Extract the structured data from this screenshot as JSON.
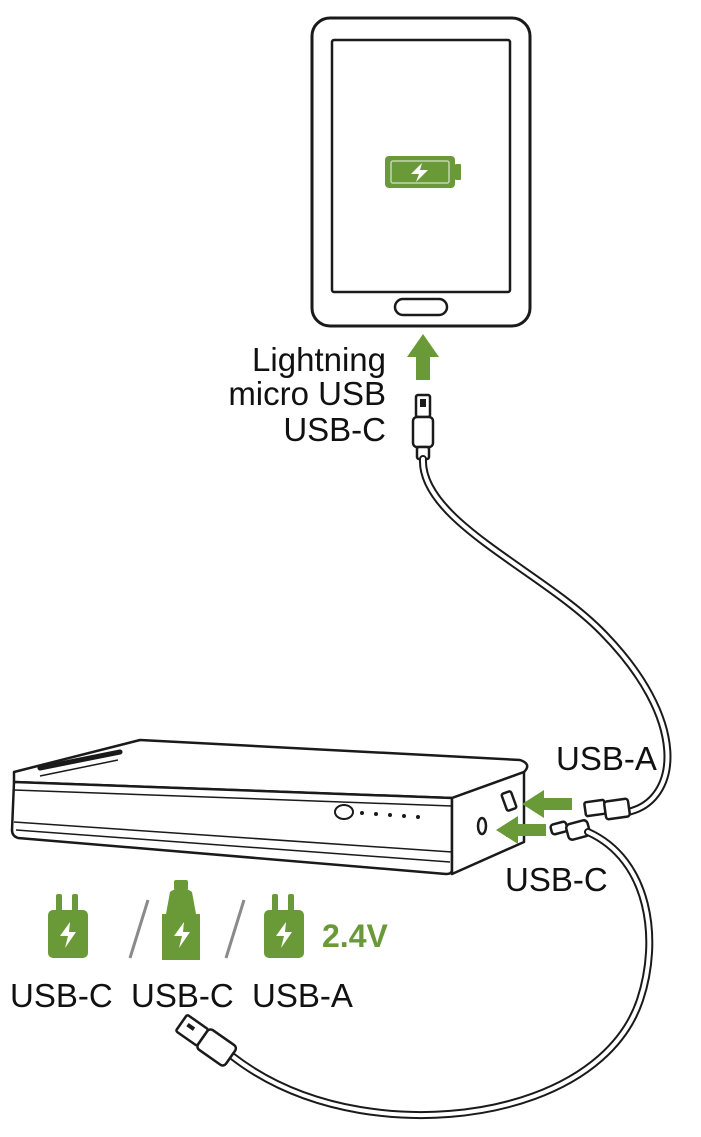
{
  "colors": {
    "accent_green": "#6a9a38",
    "line": "#1a1a1a",
    "cable": "#ffffff"
  },
  "device_connectors": [
    "Lightning",
    "micro USB",
    "USB-C"
  ],
  "powerbank_ports": {
    "upper": "USB-A",
    "lower": "USB-C"
  },
  "chargers": [
    {
      "icon": "wall-plug-icon",
      "label": "USB-C"
    },
    {
      "icon": "car-charger-icon",
      "label": "USB-C"
    },
    {
      "icon": "wall-plug-icon",
      "label": "USB-A"
    }
  ],
  "voltage_label": "2.4V",
  "device_screen_icon": "battery-charging-icon"
}
